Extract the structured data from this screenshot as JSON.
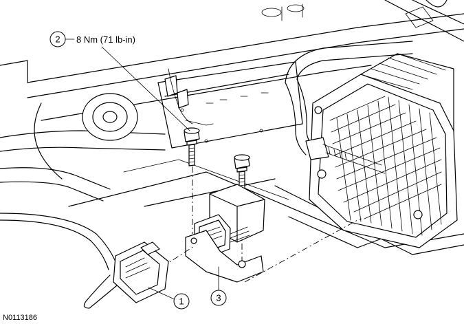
{
  "callouts": {
    "c1": "1",
    "c2": "2",
    "c3": "3"
  },
  "torque_spec": "8 Nm (71 lb-in)",
  "figure_id": "N0113186"
}
